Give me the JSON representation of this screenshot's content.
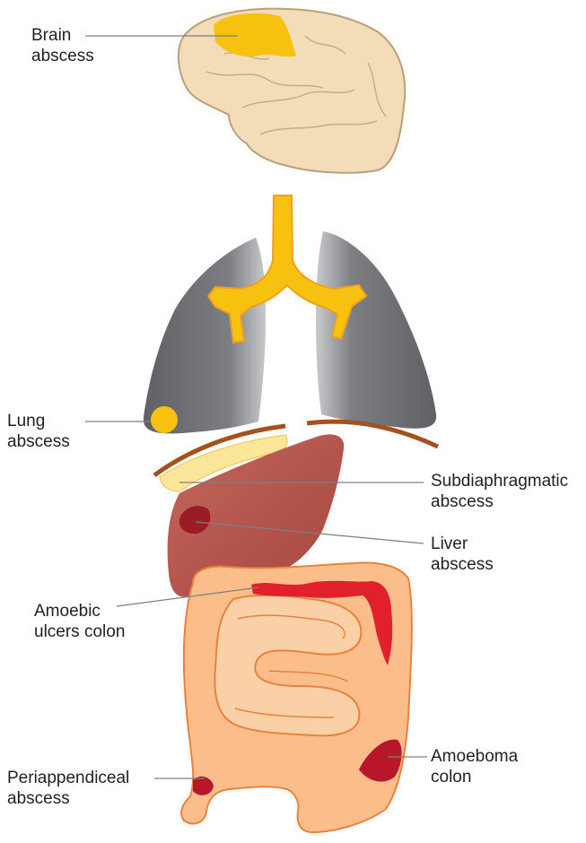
{
  "labels": {
    "brain": {
      "line1": "Brain",
      "line2": "abscess"
    },
    "lung": {
      "line1": "Lung",
      "line2": "abscess"
    },
    "subdiaphragmatic": {
      "line1": "Subdiaphragmatic",
      "line2": "abscess"
    },
    "liver": {
      "line1": "Liver",
      "line2": "abscess"
    },
    "amoebic_ulcers": {
      "line1": "Amoebic",
      "line2": "ulcers colon"
    },
    "periappendiceal": {
      "line1": "Periappendiceal",
      "line2": "abscess"
    },
    "amoeboma": {
      "line1": "Amoeboma",
      "line2": "colon"
    }
  },
  "colors": {
    "brain": "#f3dcb8",
    "brain_outline": "#b9a17c",
    "abscess_yellow": "#f7c20f",
    "lung": "#76787c",
    "trachea": "#f7c20f",
    "diaphragm": "#a2521e",
    "liver": "#b9534d",
    "liver_abscess": "#9c1b25",
    "intestine": "#fbbe8a",
    "intestine_outline": "#e7823f",
    "ulcer": "#e0202a",
    "leader_line": "#7f7f7f"
  }
}
